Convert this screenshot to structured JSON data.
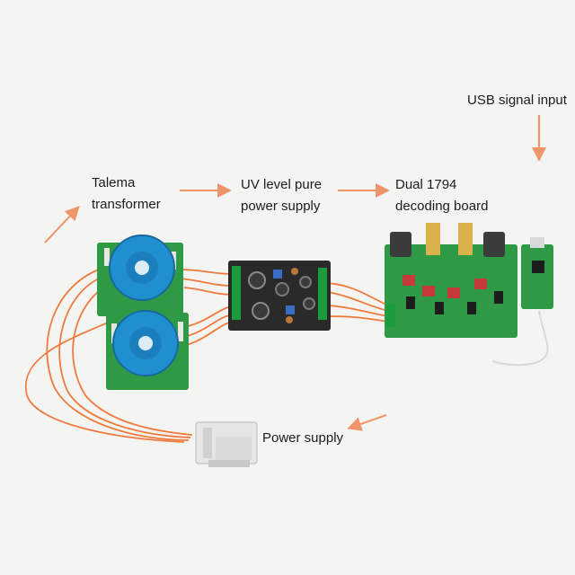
{
  "labels": {
    "usb_input": "USB signal input",
    "transformer_line1": "Talema",
    "transformer_line2": "transformer",
    "power_supply_line1": "UV level pure",
    "power_supply_line2": "power supply",
    "decoder_line1": "Dual 1794",
    "decoder_line2": "decoding board",
    "mains_input": "Power supply"
  },
  "colors": {
    "background": "#f4f4f3",
    "arrow": "#f0946a",
    "wire": "#f07a3c",
    "pcb_green": "#2f9a46",
    "transformer_blue": "#1f8fd0",
    "amp_board": "#2a2a2a"
  }
}
